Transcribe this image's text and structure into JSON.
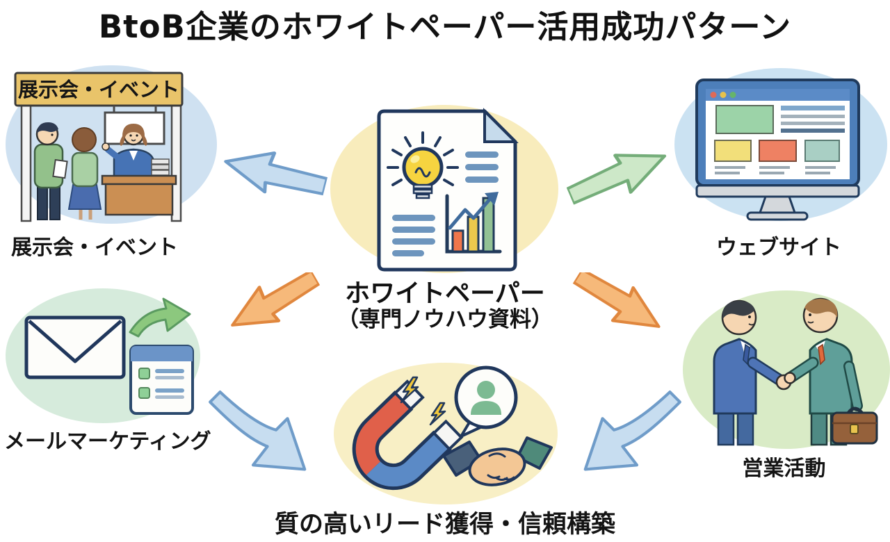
{
  "title": "BtoB企業のホワイトペーパー活用成功パターン",
  "center": {
    "label_line1": "ホワイトペーパー",
    "label_line2": "（専門ノウハウ資料）"
  },
  "nodes": {
    "exhibition": {
      "banner_text": "展示会・イベント",
      "label": "展示会・イベント"
    },
    "website": {
      "label": "ウェブサイト"
    },
    "email": {
      "label": "メールマーケティング"
    },
    "sales": {
      "label": "営業活動"
    },
    "lead": {
      "label": "質の高いリード獲得・信頼構築"
    }
  },
  "connections": [
    {
      "from": "ホワイトペーパー",
      "to": "展示会・イベント",
      "arrow_color": "blue"
    },
    {
      "from": "ホワイトペーパー",
      "to": "ウェブサイト",
      "arrow_color": "green"
    },
    {
      "from": "ホワイトペーパー",
      "to": "メールマーケティング",
      "arrow_color": "orange"
    },
    {
      "from": "ホワイトペーパー",
      "to": "営業活動",
      "arrow_color": "orange"
    },
    {
      "from": "メールマーケティング",
      "to": "質の高いリード獲得・信頼構築",
      "arrow_color": "blue"
    },
    {
      "from": "営業活動",
      "to": "質の高いリード獲得・信頼構築",
      "arrow_color": "blue"
    }
  ],
  "colors": {
    "exhibition_bg": "#cfe1f1",
    "website_bg": "#cbe2f2",
    "whitepaper_bg": "#f8ecbc",
    "email_bg": "#d6ebdc",
    "sales_bg": "#d9ebc6",
    "lead_bg": "#f8efc5",
    "banner_bg": "#e9c46a",
    "arrow_blue_fill": "#c7ddf0",
    "arrow_blue_stroke": "#6f9cc9",
    "arrow_green_fill": "#cde8c8",
    "arrow_green_stroke": "#74ad79",
    "arrow_orange_fill": "#f6b97a",
    "arrow_orange_stroke": "#e0873e",
    "text": "#111111"
  }
}
